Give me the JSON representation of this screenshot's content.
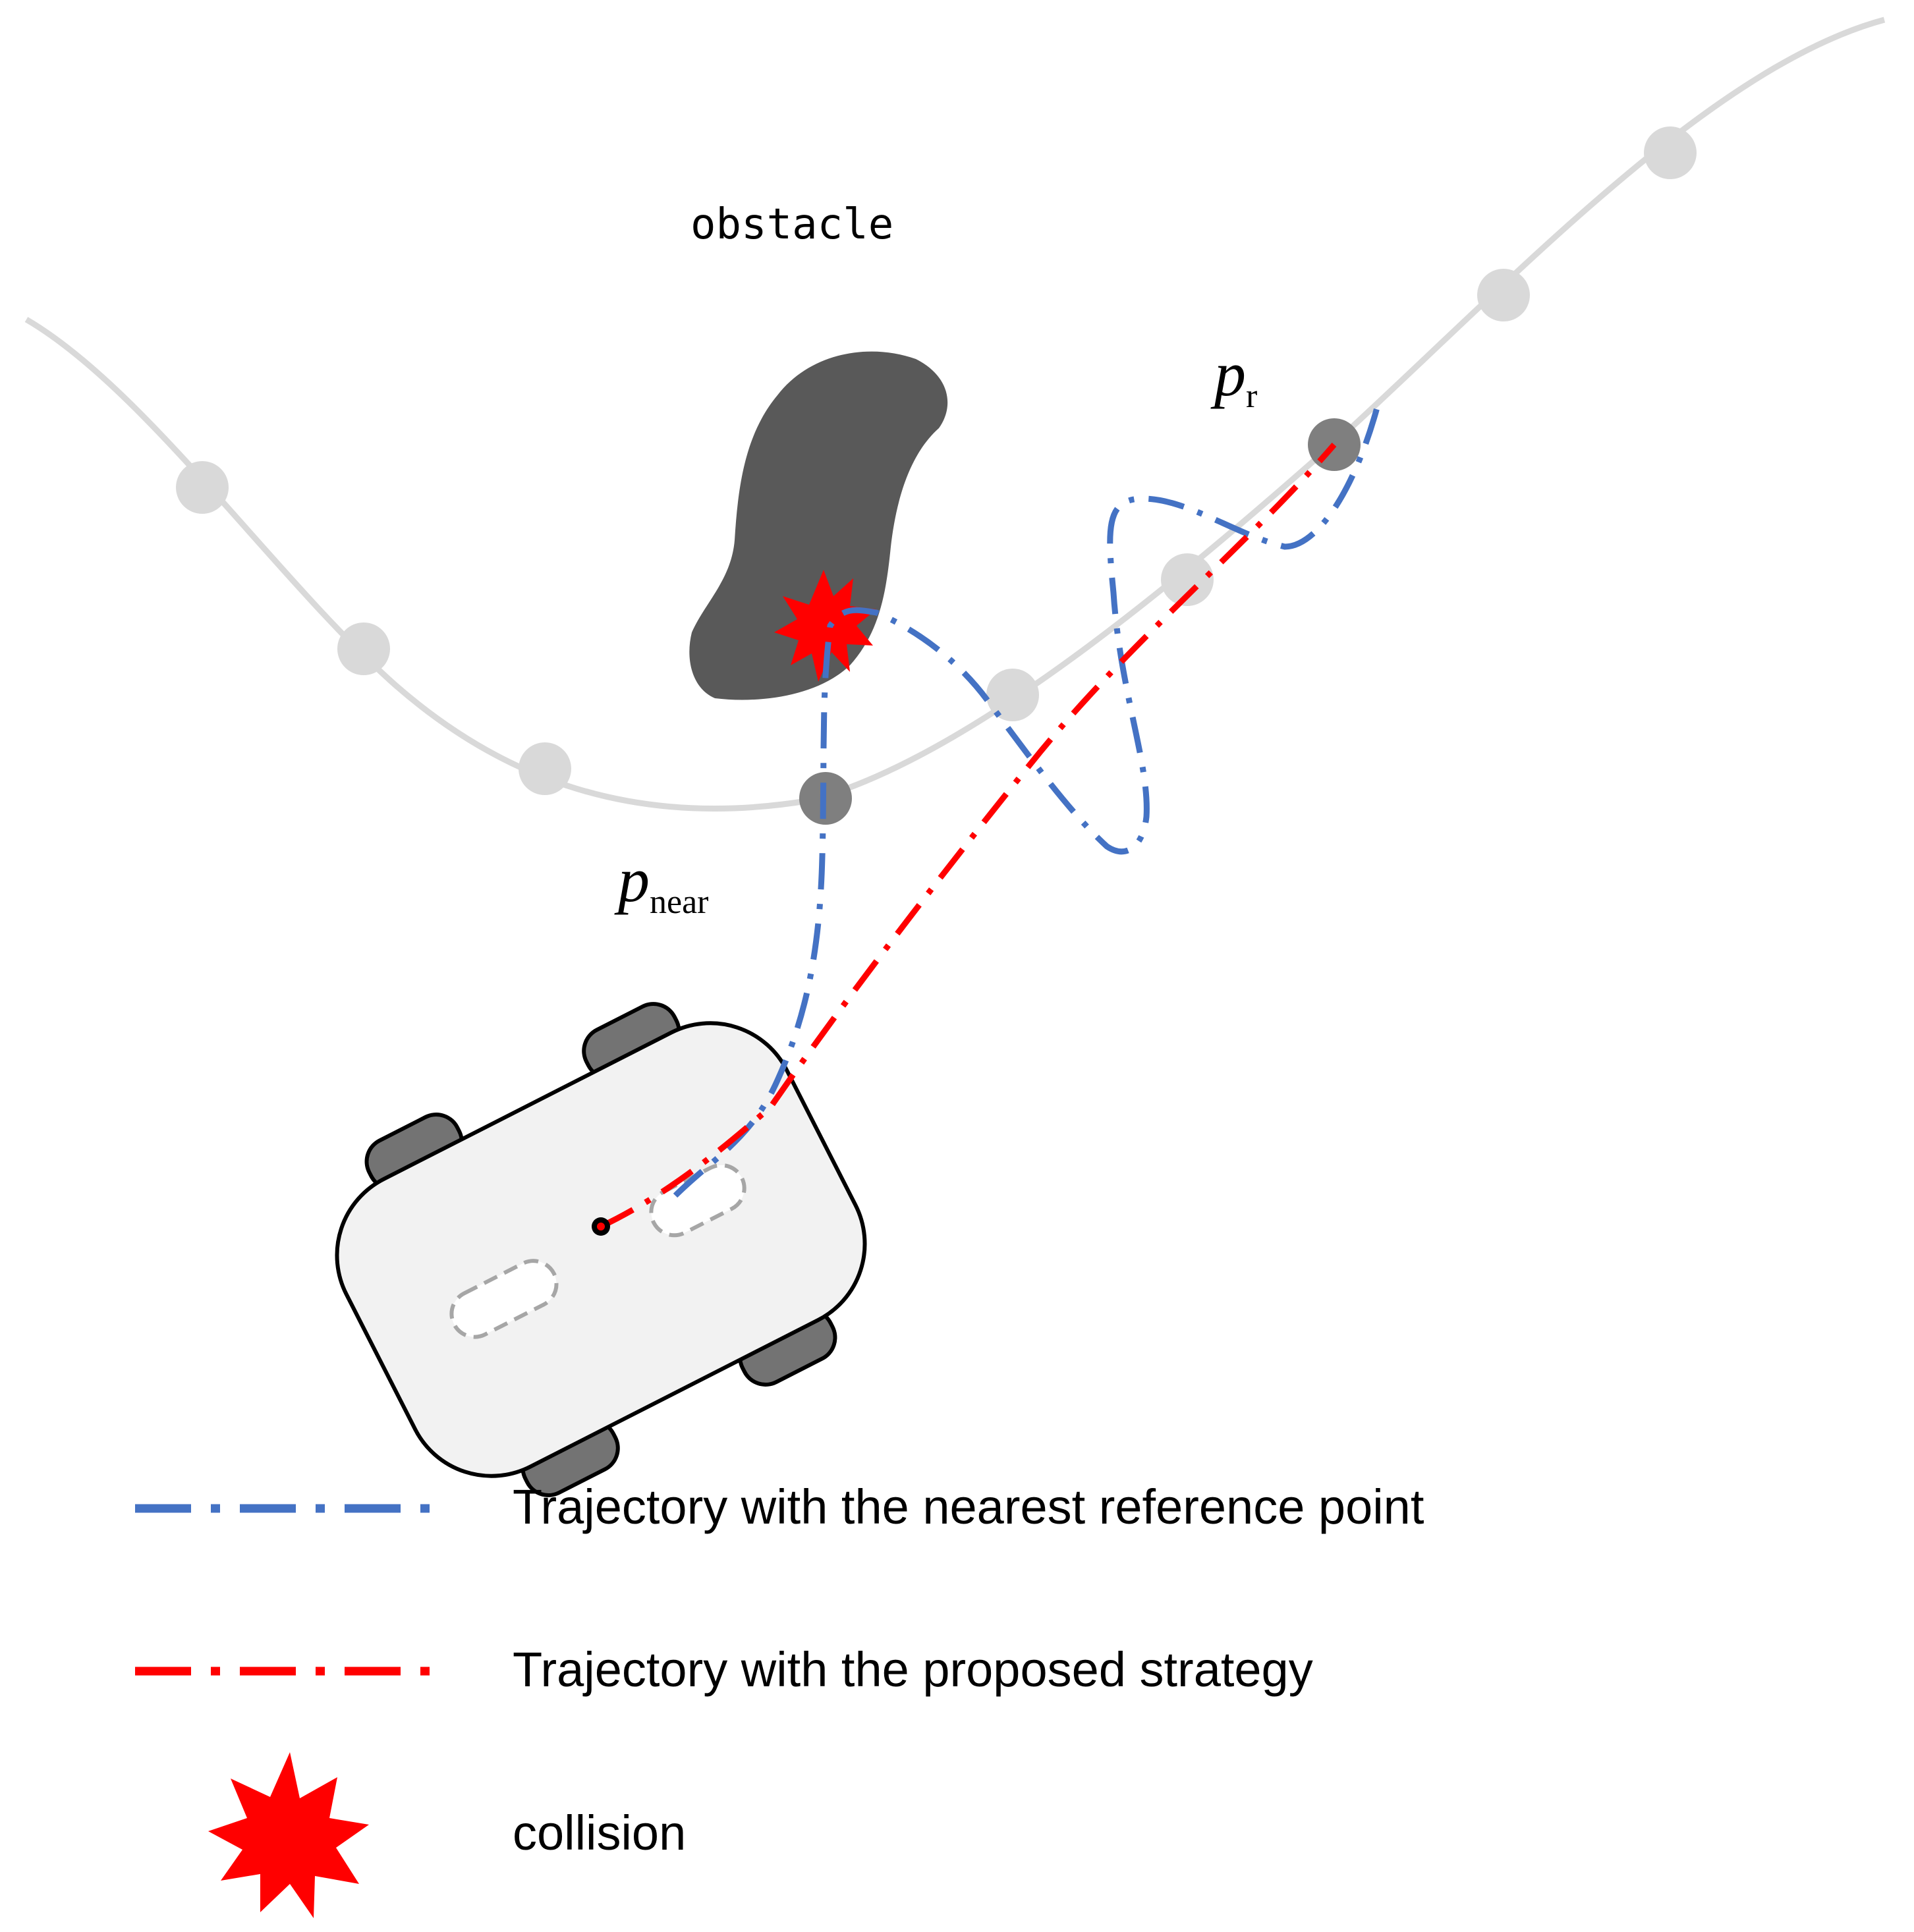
{
  "labels": {
    "obstacle": "obstacle",
    "p_r_main": "p",
    "p_r_sub": "r",
    "p_near_main": "p",
    "p_near_sub": "near"
  },
  "legend": [
    {
      "name": "blue-trajectory",
      "text": "Trajectory with the nearest reference point",
      "color": "#4472C4"
    },
    {
      "name": "red-trajectory",
      "text": "Trajectory with the proposed strategy",
      "color": "#FF0000"
    },
    {
      "name": "collision",
      "text": "collision",
      "icon": "collision-burst-icon"
    }
  ],
  "colors": {
    "reference_path": "#D9D9D9",
    "reference_point_highlight": "#7F7F7F",
    "obstacle": "#595959",
    "robot_body": "#F2F2F2",
    "wheel": "#737373",
    "collision": "#FF0000"
  }
}
